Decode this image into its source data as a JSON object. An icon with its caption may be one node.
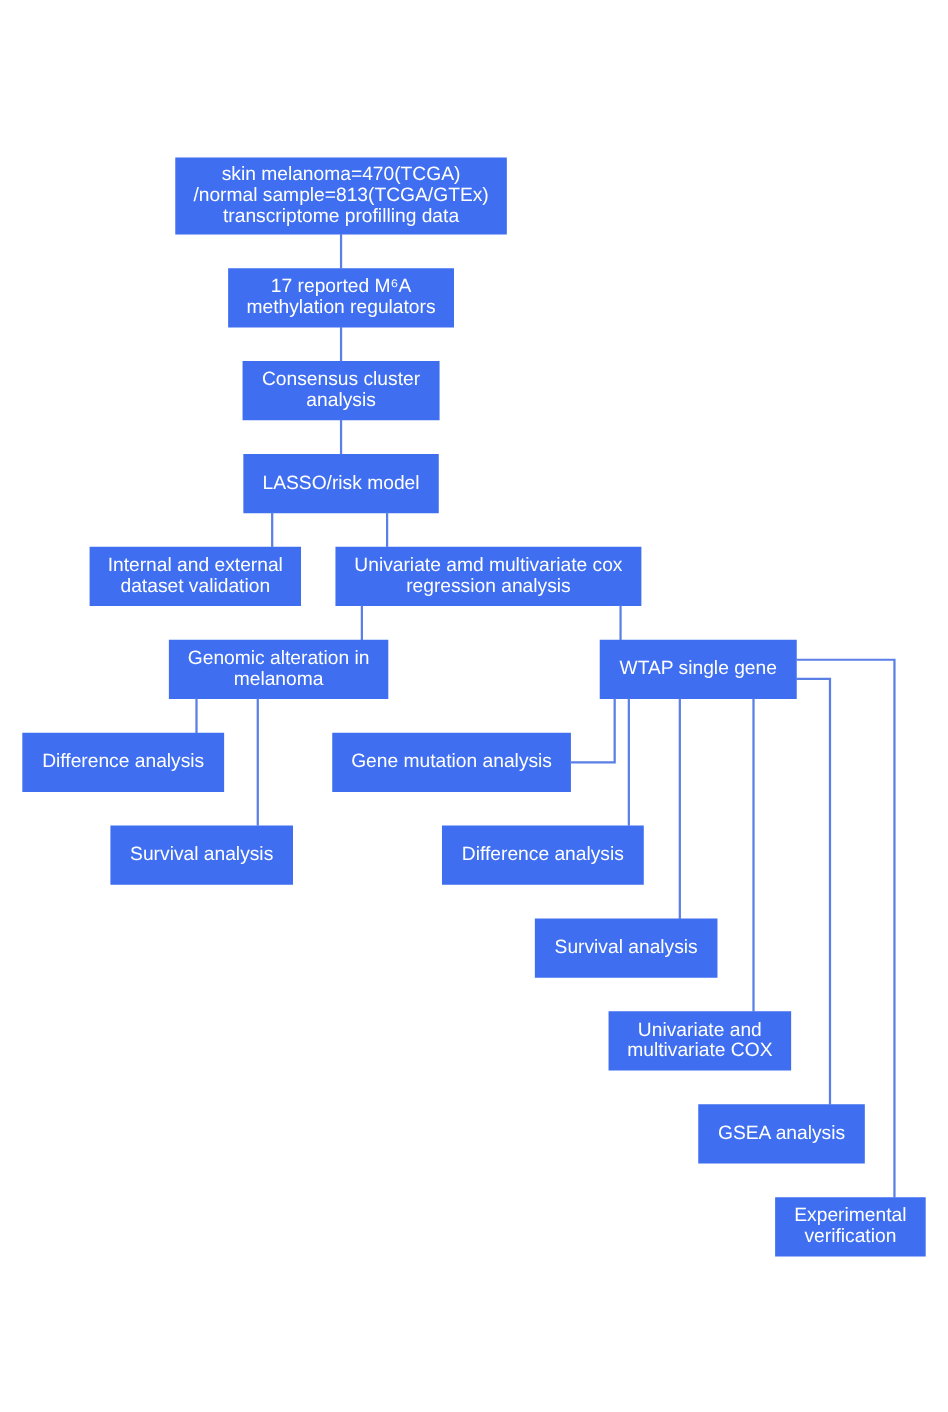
{
  "diagram": {
    "nodes": [
      {
        "text": [
          "skin melanoma=470(TCGA)",
          "/normal sample=813(TCGA/GTEx)",
          "transcriptome profilling data"
        ]
      },
      {
        "text": [
          "17 reported M⁶A methylation regulators"
        ]
      },
      {
        "text": [
          "Consensus cluster analysis"
        ]
      },
      {
        "text": [
          "LASSO/risk model"
        ]
      },
      {
        "text": [
          "Internal and external dataset validation"
        ]
      },
      {
        "text": [
          "Univariate amd multivariate cox regression analysis"
        ]
      },
      {
        "text": [
          "Genomic alteration in melanoma"
        ]
      },
      {
        "text": [
          "WTAP single gene"
        ]
      },
      {
        "text": [
          "Difference analysis"
        ]
      },
      {
        "text": [
          "Survival analysis"
        ]
      },
      {
        "text": [
          "Gene mutation analysis"
        ]
      },
      {
        "text": [
          "Difference analysis"
        ]
      },
      {
        "text": [
          "Survival analysis"
        ]
      },
      {
        "text": [
          "Univariate and multivariate COX"
        ]
      },
      {
        "text": [
          "GSEA analysis"
        ]
      },
      {
        "text": [
          "Experimental verification"
        ]
      }
    ],
    "edges": [
      {
        "from": 0,
        "to": 1,
        "arrow": "none"
      },
      {
        "from": 1,
        "to": 2,
        "arrow": "none"
      },
      {
        "from": 2,
        "to": 3,
        "arrow": "none"
      },
      {
        "from": 3,
        "to": 4,
        "arrow": "none"
      },
      {
        "from": 3,
        "to": 5,
        "arrow": "none"
      },
      {
        "from": 5,
        "to": 6,
        "arrow": "none"
      },
      {
        "from": 5,
        "to": 7,
        "arrow": "none"
      },
      {
        "from": 6,
        "to": 8,
        "arrow": "none"
      },
      {
        "from": 6,
        "to": 9,
        "arrow": "none"
      },
      {
        "from": 7,
        "to": 10,
        "arrow": "none"
      },
      {
        "from": 7,
        "to": 11,
        "arrow": "none"
      },
      {
        "from": 7,
        "to": 12,
        "arrow": "none"
      },
      {
        "from": 7,
        "to": 13,
        "arrow": "none"
      },
      {
        "from": 7,
        "to": 14,
        "arrow": "none"
      },
      {
        "from": 7,
        "to": 15,
        "arrow": "none"
      }
    ]
  }
}
